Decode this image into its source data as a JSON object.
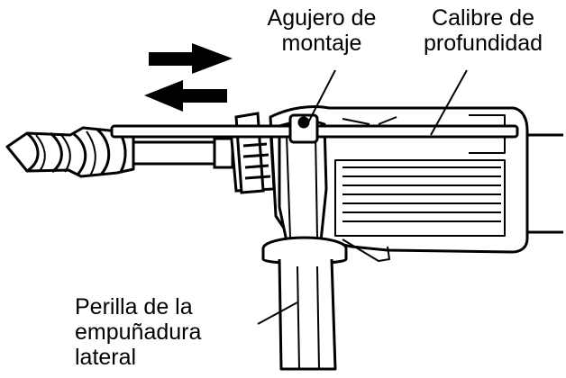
{
  "labels": {
    "mounting_hole": [
      "Agujero de",
      "montaje"
    ],
    "depth_gauge": [
      "Calibre de",
      "profundidad"
    ],
    "side_grip_knob": [
      "Perilla de la",
      "empuñadura",
      "lateral"
    ]
  },
  "icons": {
    "arrow_right": "arrow-right-icon",
    "arrow_left": "arrow-left-icon"
  },
  "colors": {
    "line": "#000000",
    "background": "#ffffff"
  }
}
